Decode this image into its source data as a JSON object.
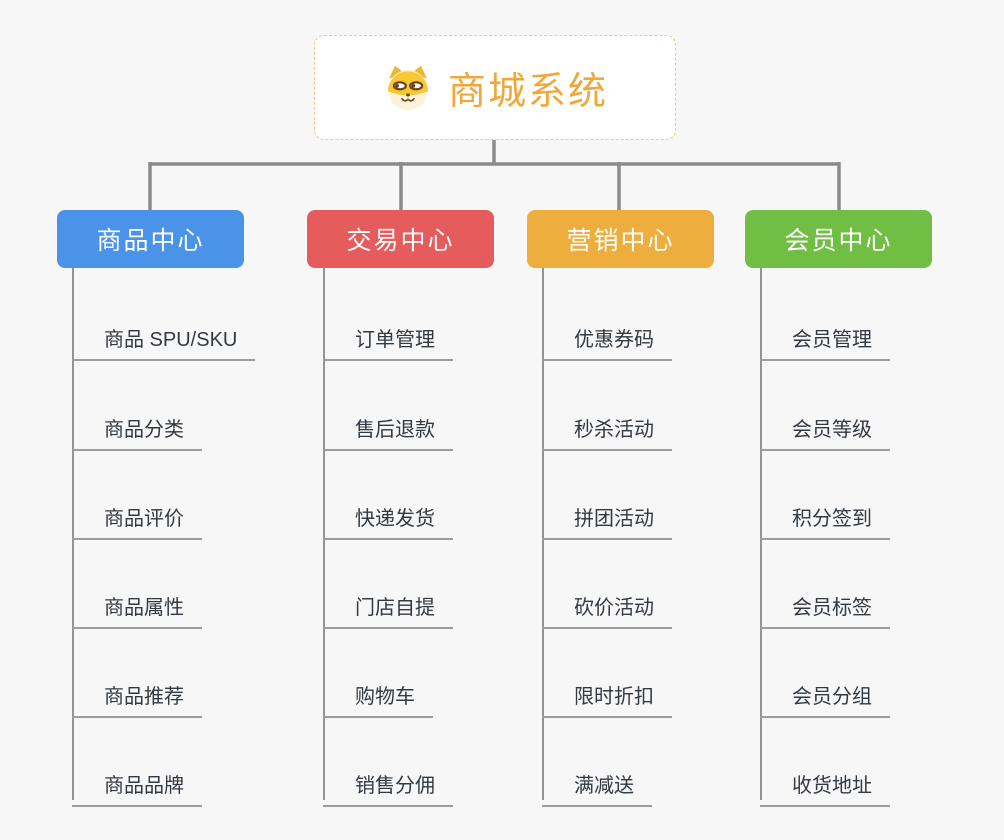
{
  "root": {
    "label": "商城系统",
    "icon": "shiba-dog-icon",
    "text_color": "#f0a73b",
    "border_color": "#f1c88b"
  },
  "branches": [
    {
      "label": "商品中心",
      "color": "#4b93e8",
      "items": [
        "商品 SPU/SKU",
        "商品分类",
        "商品评价",
        "商品属性",
        "商品推荐",
        "商品品牌"
      ]
    },
    {
      "label": "交易中心",
      "color": "#e65c5c",
      "items": [
        "订单管理",
        "售后退款",
        "快递发货",
        "门店自提",
        "购物车",
        "销售分佣"
      ]
    },
    {
      "label": "营销中心",
      "color": "#edae3e",
      "items": [
        "优惠券码",
        "秒杀活动",
        "拼团活动",
        "砍价活动",
        "限时折扣",
        "满减送"
      ]
    },
    {
      "label": "会员中心",
      "color": "#70be44",
      "items": [
        "会员管理",
        "会员等级",
        "积分签到",
        "会员标签",
        "会员分组",
        "收货地址"
      ]
    }
  ],
  "colors": {
    "background": "#f7f7f7",
    "connector": "#8b8b8b",
    "underline": "#9c9c9c",
    "leaf_text": "#333940"
  }
}
